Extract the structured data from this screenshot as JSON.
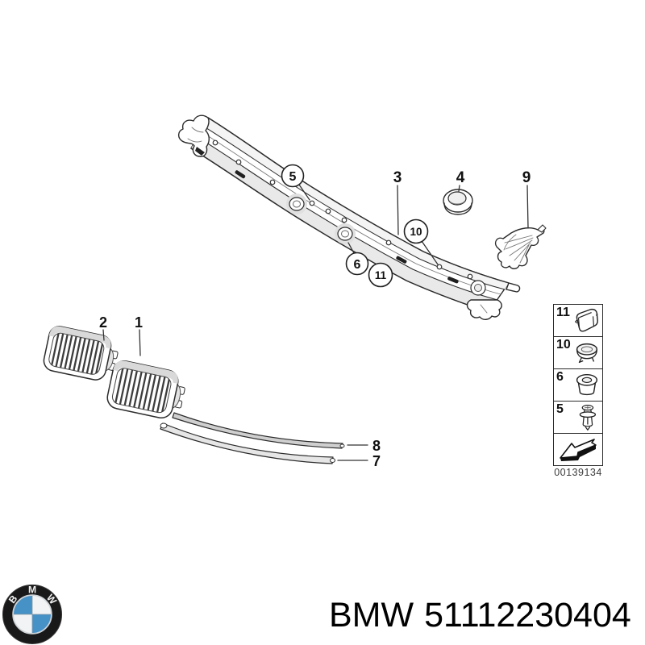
{
  "colors": {
    "line": "#2b2b2b",
    "shade_light": "#ececec",
    "slot_dark": "#1f1f1f",
    "bmw_blue": "#4691c5",
    "logo_ring": "#191919",
    "text": "#000000"
  },
  "callouts": {
    "n1": "1",
    "n2": "2",
    "n3": "3",
    "n4": "4",
    "n5": "5",
    "n6": "6",
    "n7": "7",
    "n8": "8",
    "n9": "9",
    "n10": "10",
    "n11": "11"
  },
  "legend": {
    "items": [
      {
        "label": "11",
        "icon": "clip-icon"
      },
      {
        "label": "10",
        "icon": "cap-grommet-icon"
      },
      {
        "label": "6",
        "icon": "grommet-icon"
      },
      {
        "label": "5",
        "icon": "expanding-rivet-icon"
      },
      {
        "label": "",
        "icon": "direction-arrow-icon"
      }
    ],
    "code": "00139134"
  },
  "footer": {
    "brand": "BMW",
    "part_number": "51112230404",
    "logo": {
      "b": "B",
      "m": "M",
      "w": "W"
    }
  }
}
